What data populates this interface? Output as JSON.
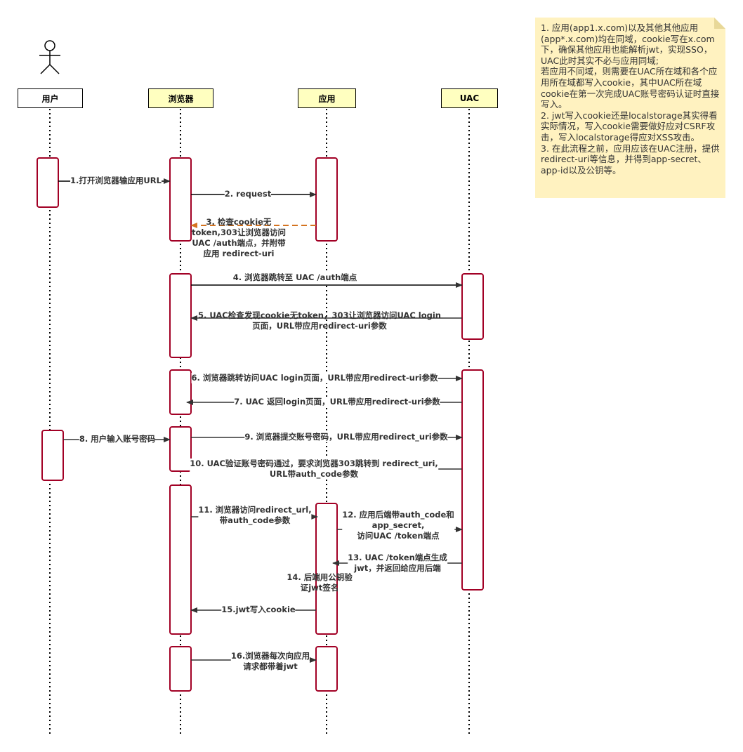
{
  "participants": [
    {
      "id": "user",
      "label": "用户"
    },
    {
      "id": "browser",
      "label": "浏览器"
    },
    {
      "id": "app",
      "label": "应用"
    },
    {
      "id": "uac",
      "label": "UAC"
    }
  ],
  "messages": [
    {
      "lines": [
        "1.打开浏览器输应用URL"
      ]
    },
    {
      "lines": [
        "2. request"
      ]
    },
    {
      "lines": [
        "3. 检查cookie无",
        "token,303让浏览器访问",
        "UAC  /auth端点，并附带",
        "应用 redirect-uri"
      ]
    },
    {
      "lines": [
        "4. 浏览器跳转至 UAC /auth端点"
      ]
    },
    {
      "lines": [
        "5. UAC检查发现cookie无token，303让浏览器访问UAC login",
        "页面，URL带应用redirect-uri参数"
      ]
    },
    {
      "lines": [
        "6. 浏览器跳转访问UAC login页面，URL带应用redirect-uri参数"
      ]
    },
    {
      "lines": [
        "7. UAC 返回login页面，URL带应用redirect-uri参数"
      ]
    },
    {
      "lines": [
        "8. 用户输入账号密码"
      ]
    },
    {
      "lines": [
        "9. 浏览器提交账号密码，URL带应用redirect_uri参数"
      ]
    },
    {
      "lines": [
        "10. UAC验证账号密码通过，要求浏览器303跳转到 redirect_uri,",
        "URL带auth_code参数"
      ]
    },
    {
      "lines": [
        "11. 浏览器访问redirect_url,",
        "带auth_code参数"
      ]
    },
    {
      "lines": [
        "12. 应用后端带auth_code和",
        "app_secret,",
        "访问UAC /token端点"
      ]
    },
    {
      "lines": [
        "13. UAC /token端点生成",
        "jwt，并返回给应用后端"
      ]
    },
    {
      "lines": [
        "14. 后端用公钥验",
        "证jwt签名"
      ]
    },
    {
      "lines": [
        "15.jwt写入cookie"
      ]
    },
    {
      "lines": [
        "16.浏览器每次向应用",
        "请求都带着jwt"
      ]
    }
  ],
  "note": {
    "lines": [
      "1. 应用(app1.x.com)以及其他其他应用(app*.x.com)均在同域，cookie写在x.com下，确保其他应用也能解析jwt，实现SSO，UAC此时其实不必与应用同域;",
      "若应用不同域，则需要在UAC所在域和各个应用所在域都写入cookie，其中UAC所在域cookie在第一次完成UAC账号密码认证时直接写入。",
      "2. jwt写入cookie还是localstorage其实得看实际情况，写入cookie需要做好应对CSRF攻击，写入localstorage得应对XSS攻击。",
      "3. 在此流程之前，应用应该在UAC注册，提供 redirect-uri等信息，并得到app-secret、app-id以及公钥等。"
    ]
  },
  "colors": {
    "header_fill": "#ffffc0",
    "activation_stroke": "#a20025",
    "note_fill": "#fff2c0",
    "dashed_arrow": "#d4731f",
    "line": "#333333"
  }
}
